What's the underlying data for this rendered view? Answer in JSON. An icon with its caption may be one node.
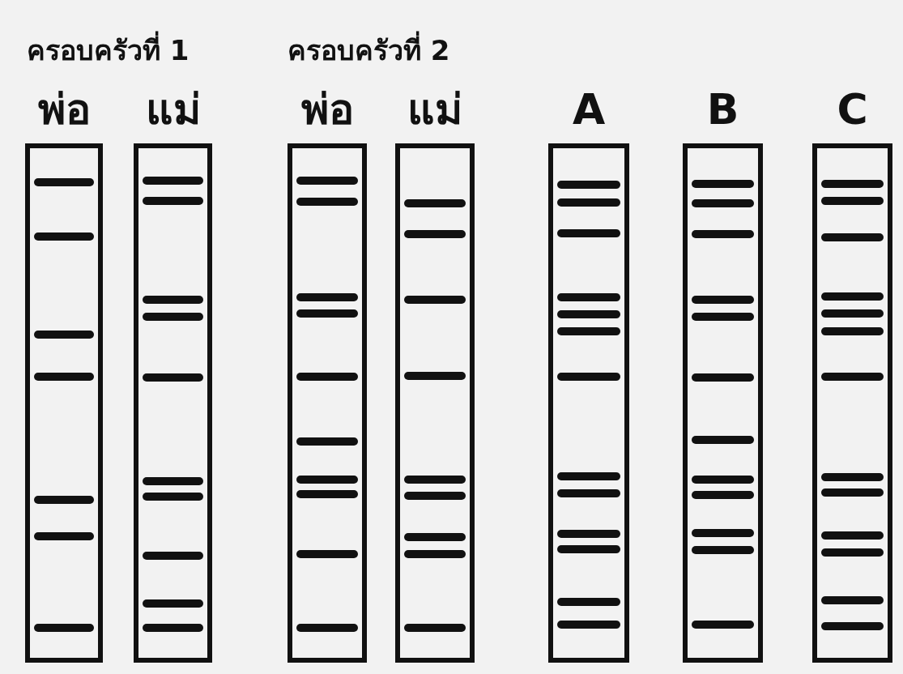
{
  "diagram": {
    "nodes": [
      {
        "text": [
          "พ่อ"
        ]
      },
      {
        "text": [
          "แม่"
        ]
      },
      {
        "text": [
          "พ่อ"
        ]
      },
      {
        "text": [
          "แม่"
        ]
      },
      {
        "text": [
          "A"
        ]
      },
      {
        "text": [
          "B"
        ]
      },
      {
        "text": [
          "C"
        ]
      }
    ],
    "labels": [
      "ครอบครัวที่ 1",
      "ครอบครัวที่ 2"
    ]
  }
}
